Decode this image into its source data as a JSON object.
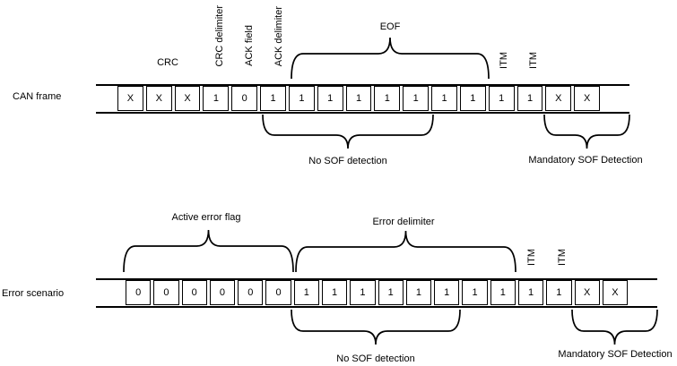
{
  "diagram": {
    "background_color": "#ffffff",
    "line_color": "#000000",
    "rows": [
      {
        "label": "CAN frame",
        "bits": [
          "X",
          "X",
          "X",
          "1",
          "0",
          "1",
          "1",
          "1",
          "1",
          "1",
          "1",
          "1",
          "1",
          "1",
          "1",
          "X",
          "X"
        ],
        "field_labels": {
          "crc": "CRC",
          "crc_delimiter": "CRC delimiter",
          "ack_field": "ACK field",
          "ack_delimiter": "ACK delimiter",
          "eof": "EOF",
          "itm_1": "ITM",
          "itm_2": "ITM"
        },
        "annotations": {
          "no_sof": "No SOF detection",
          "mandatory_sof": "Mandatory SOF Detection"
        }
      },
      {
        "label": "Error scenario",
        "bits": [
          "0",
          "0",
          "0",
          "0",
          "0",
          "0",
          "1",
          "1",
          "1",
          "1",
          "1",
          "1",
          "1",
          "1",
          "1",
          "1",
          "X",
          "X"
        ],
        "field_labels": {
          "active_error_flag": "Active error flag",
          "error_delimiter": "Error delimiter",
          "itm_1": "ITM",
          "itm_2": "ITM"
        },
        "annotations": {
          "no_sof": "No SOF detection",
          "mandatory_sof": "Mandatory SOF Detection"
        }
      }
    ]
  }
}
